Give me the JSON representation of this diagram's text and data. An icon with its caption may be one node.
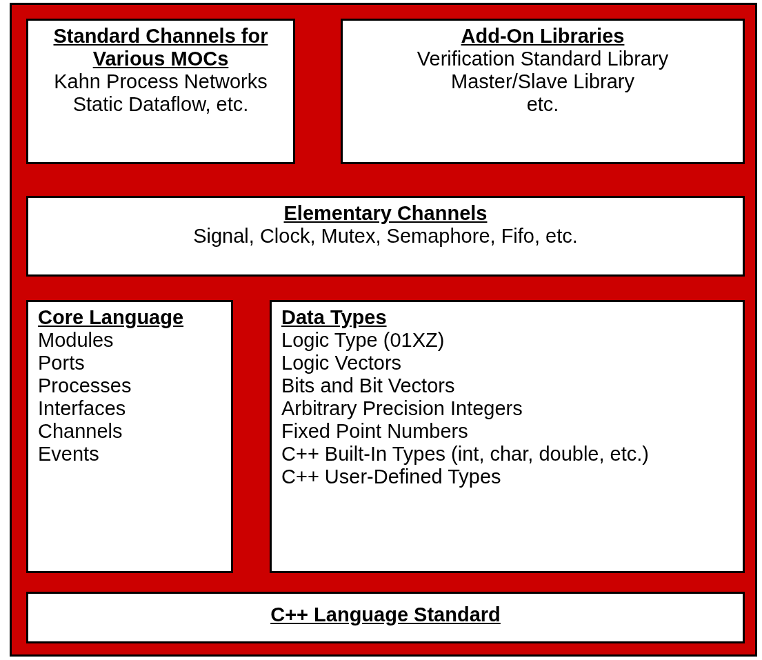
{
  "diagram": {
    "nodes": [
      {
        "text": [
          "Standard Channels for Various MOCs",
          "Kahn Process Networks",
          "Static Dataflow, etc."
        ]
      },
      {
        "text": [
          "Add-On Libraries",
          "Verification Standard Library",
          "Master/Slave Library",
          "etc."
        ]
      },
      {
        "text": [
          "Elementary Channels",
          "Signal, Clock, Mutex, Semaphore, Fifo, etc."
        ]
      },
      {
        "text": [
          "Core Language",
          "Modules",
          "Ports",
          "Processes",
          "Interfaces",
          "Channels",
          "Events"
        ]
      },
      {
        "text": [
          "Data Types",
          "Logic Type (01XZ)",
          "Logic Vectors",
          "Bits and Bit Vectors",
          "Arbitrary Precision Integers",
          "Fixed Point Numbers",
          "C++ Built-In Types (int, char, double, etc.)",
          "C++ User-Defined Types"
        ]
      },
      {
        "text": [
          "C++ Language Standard"
        ]
      }
    ],
    "edges": []
  }
}
